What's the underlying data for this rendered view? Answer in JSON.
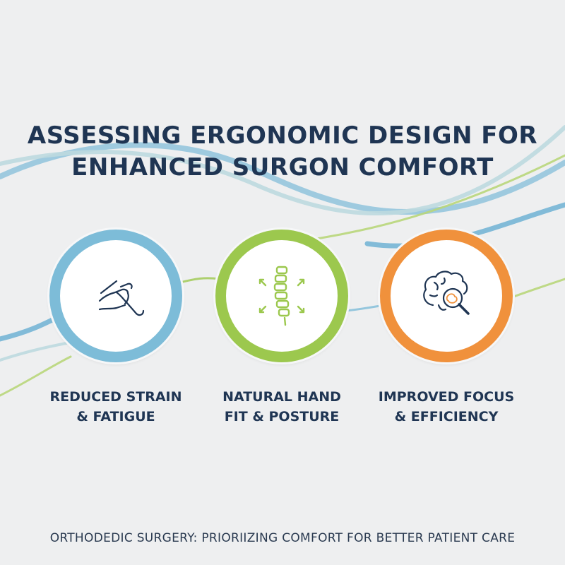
{
  "title": {
    "line1": "ASSESSING ERGONOMIC DESIGN FOR",
    "line2": "ENHANCED SURGON COMFORT"
  },
  "colors": {
    "background": "#eeeff0",
    "text": "#1f3553",
    "blue": "#7dbcd8",
    "green": "#9cc84e",
    "orange": "#f0913c"
  },
  "features": [
    {
      "icon": "hand-holding-surgical-tool-icon",
      "line1": "REDUCED STRAIN",
      "line2": "& FATIGUE",
      "accent": "#7dbcd8"
    },
    {
      "icon": "spine-icon",
      "line1": "NATURAL HAND",
      "line2": "FIT & POSTURE",
      "accent": "#9cc84e"
    },
    {
      "icon": "brain-magnifier-icon",
      "line1": "IMPROVED FOCUS",
      "line2": "& EFFICIENCY",
      "accent": "#f0913c"
    }
  ],
  "footer": "ORTHODEDIC SURGERY: PRIORIIZING COMFORT FOR BETTER PATIENT CARE"
}
